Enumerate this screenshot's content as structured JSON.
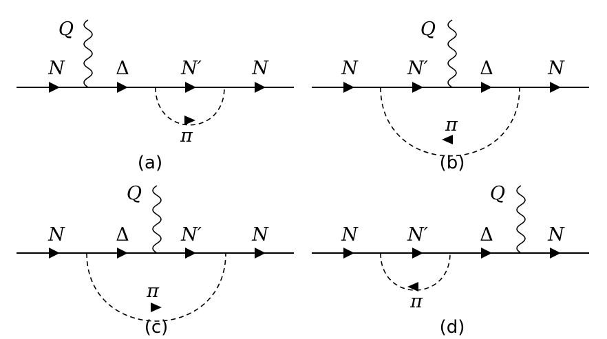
{
  "diagrams": [
    {
      "caption": "(a)",
      "labels": [
        "N",
        "Δ",
        "N′",
        "N"
      ],
      "photon": "Q",
      "pion": "π"
    },
    {
      "caption": "(b)",
      "labels": [
        "N",
        "N′",
        "Δ",
        "N"
      ],
      "photon": "Q",
      "pion": "π"
    },
    {
      "caption": "(c)",
      "labels": [
        "N",
        "Δ",
        "N′",
        "N"
      ],
      "photon": "Q",
      "pion": "π"
    },
    {
      "caption": "(d)",
      "labels": [
        "N",
        "N′",
        "Δ",
        "N"
      ],
      "photon": "Q",
      "pion": "π"
    }
  ]
}
